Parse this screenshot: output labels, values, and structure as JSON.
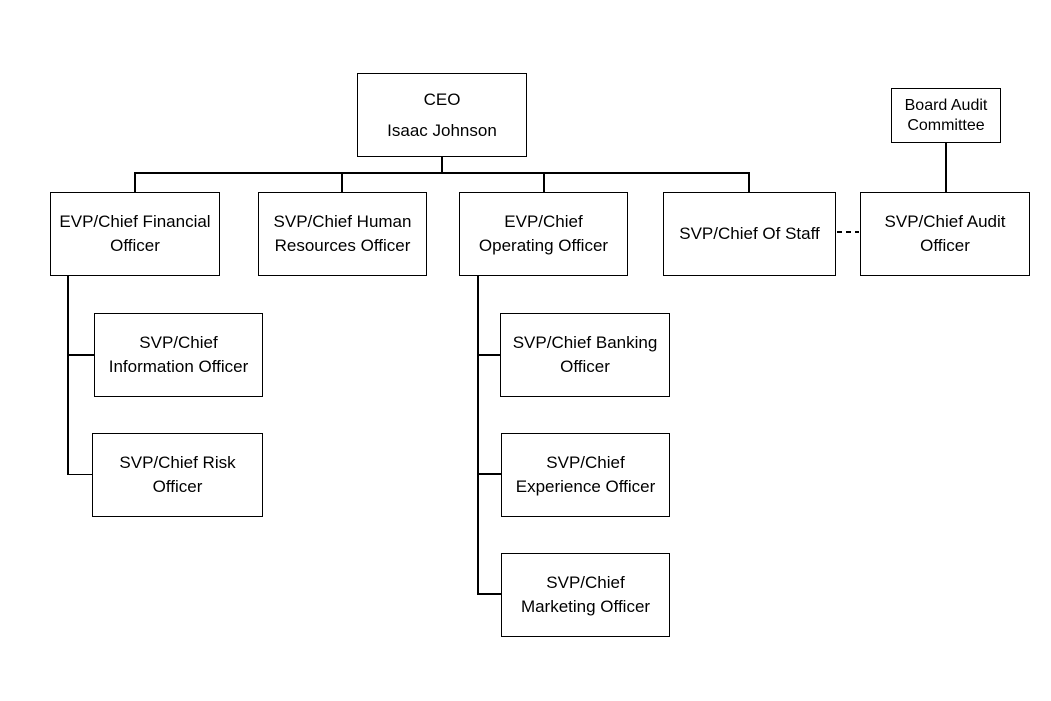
{
  "canvas": {
    "background": "#ffffff",
    "node_fill": "#ffffff",
    "node_border_color": "#000000",
    "line_color": "#000000",
    "text_color": "#000000"
  },
  "nodes": {
    "ceo_role": "CEO",
    "ceo_name": "Isaac Johnson",
    "board_audit_committee": "Board Audit\nCommittee",
    "chief_financial_officer": "EVP/Chief Financial\nOfficer",
    "chief_human_resources_officer": "SVP/Chief Human\nResources Officer",
    "chief_operating_officer": "EVP/Chief\nOperating Officer",
    "chief_of_staff": "SVP/Chief Of Staff",
    "chief_audit_officer": "SVP/Chief Audit\nOfficer",
    "chief_information_officer": "SVP/Chief\nInformation Officer",
    "chief_risk_officer": "SVP/Chief Risk\nOfficer",
    "chief_banking_officer": "SVP/Chief Banking\nOfficer",
    "chief_experience_officer": "SVP/Chief\nExperience Officer",
    "chief_marketing_officer": "SVP/Chief\nMarketing Officer"
  },
  "edges": [
    {
      "from": "ceo",
      "to": "chief_financial_officer",
      "style": "solid"
    },
    {
      "from": "ceo",
      "to": "chief_human_resources_officer",
      "style": "solid"
    },
    {
      "from": "ceo",
      "to": "chief_operating_officer",
      "style": "solid"
    },
    {
      "from": "ceo",
      "to": "chief_of_staff",
      "style": "solid"
    },
    {
      "from": "board_audit_committee",
      "to": "chief_audit_officer",
      "style": "solid"
    },
    {
      "from": "chief_of_staff",
      "to": "chief_audit_officer",
      "style": "dashed"
    },
    {
      "from": "chief_financial_officer",
      "to": "chief_information_officer",
      "style": "solid"
    },
    {
      "from": "chief_financial_officer",
      "to": "chief_risk_officer",
      "style": "solid"
    },
    {
      "from": "chief_operating_officer",
      "to": "chief_banking_officer",
      "style": "solid"
    },
    {
      "from": "chief_operating_officer",
      "to": "chief_experience_officer",
      "style": "solid"
    },
    {
      "from": "chief_operating_officer",
      "to": "chief_marketing_officer",
      "style": "solid"
    }
  ]
}
